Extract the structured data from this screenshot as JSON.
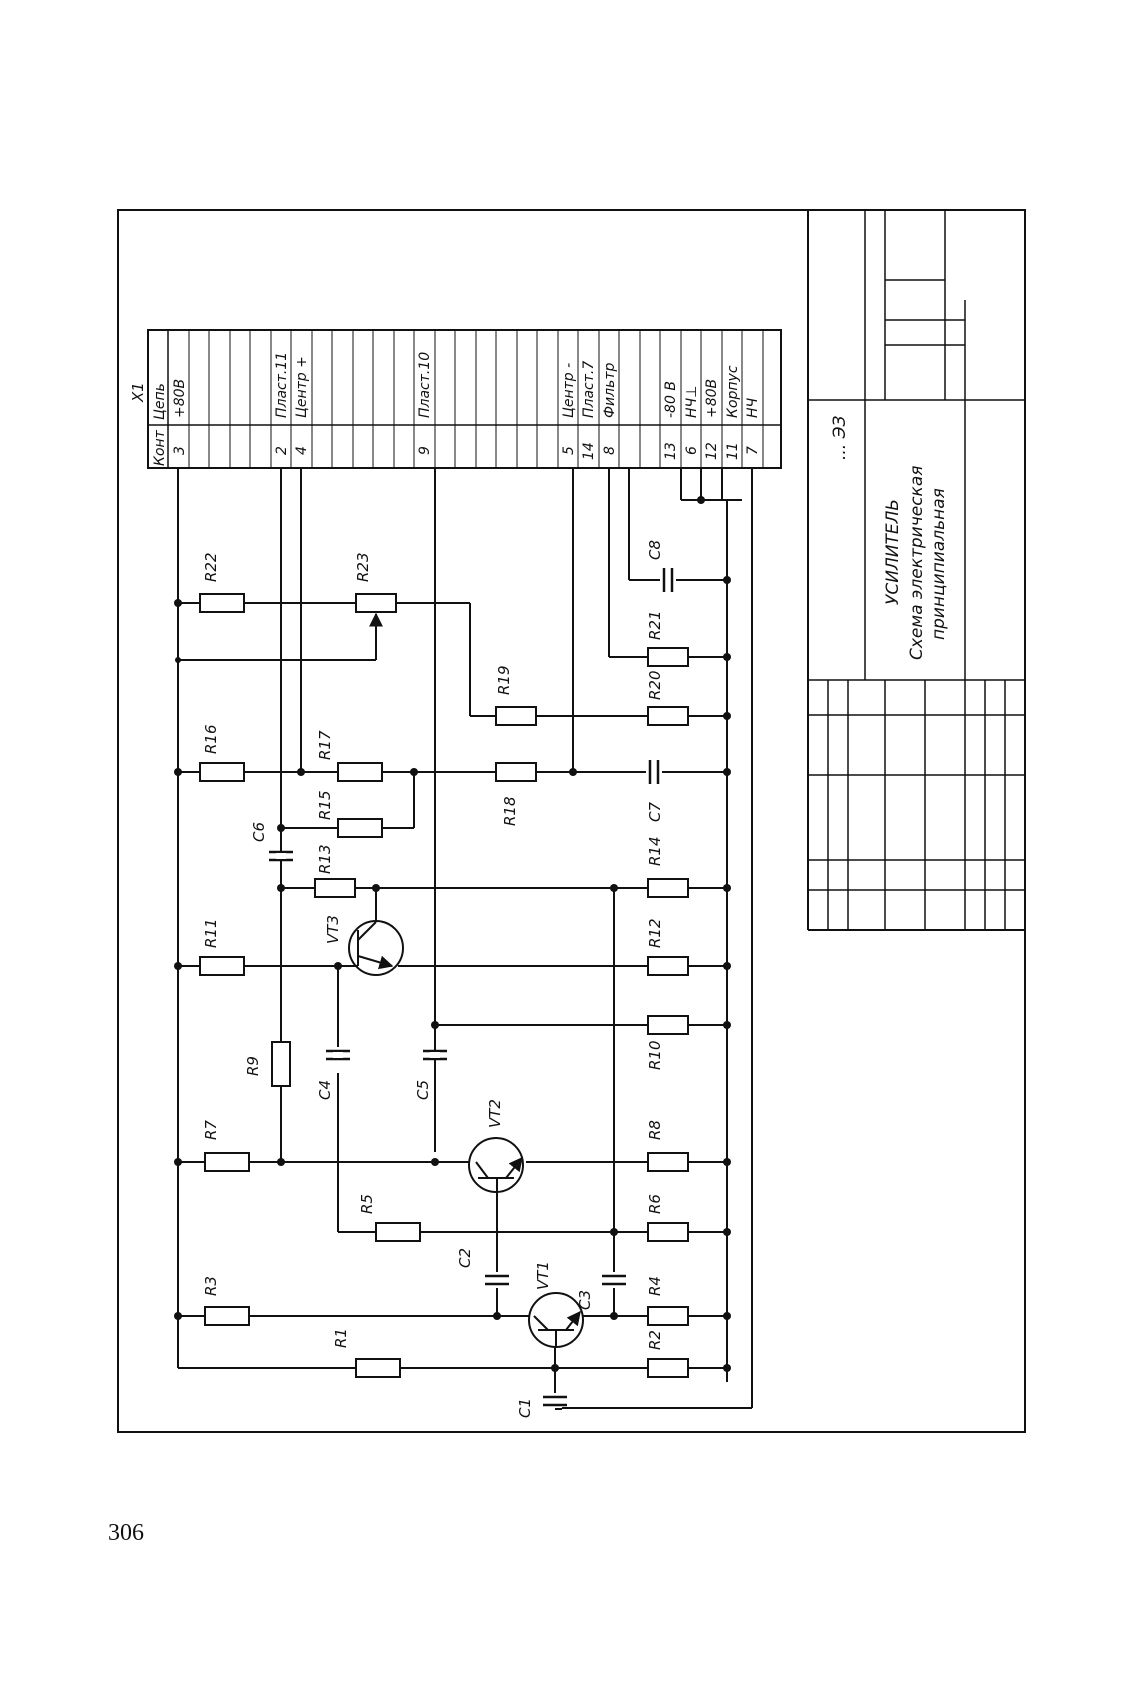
{
  "sheet": {
    "page_number": "306",
    "drawing_code": "... ЭЗ",
    "title": {
      "name": "УСИЛИТЕЛЬ",
      "subtitle_line1": "Схема электрическая",
      "subtitle_line2": "принципиальная"
    }
  },
  "connector": {
    "designator": "X1",
    "header_cont": "Конт",
    "header_circuit": "Цепь",
    "pins": [
      {
        "cont": "3",
        "circuit": "+80В"
      },
      {
        "cont": "2",
        "circuit": "Пласт.11"
      },
      {
        "cont": "4",
        "circuit": "Центр +"
      },
      {
        "cont": "9",
        "circuit": "Пласт.10"
      },
      {
        "cont": "5",
        "circuit": "Центр -"
      },
      {
        "cont": "14",
        "circuit": "Пласт.7"
      },
      {
        "cont": "8",
        "circuit": "Фильтр"
      },
      {
        "cont": "13",
        "circuit": "-80 В"
      },
      {
        "cont": "6",
        "circuit": "НЧ⊥"
      },
      {
        "cont": "12",
        "circuit": "+80В"
      },
      {
        "cont": "11",
        "circuit": "Корпус"
      },
      {
        "cont": "7",
        "circuit": "НЧ"
      }
    ]
  },
  "components": {
    "resistors": [
      "R1",
      "R2",
      "R3",
      "R4",
      "R5",
      "R6",
      "R7",
      "R8",
      "R9",
      "R10",
      "R11",
      "R12",
      "R13",
      "R14",
      "R15",
      "R16",
      "R17",
      "R18",
      "R19",
      "R20",
      "R21",
      "R22",
      "R23"
    ],
    "capacitors": [
      "C1",
      "C2",
      "C3",
      "C4",
      "C5",
      "C6",
      "C7",
      "C8"
    ],
    "transistors": [
      "VT1",
      "VT2",
      "VT3"
    ]
  }
}
